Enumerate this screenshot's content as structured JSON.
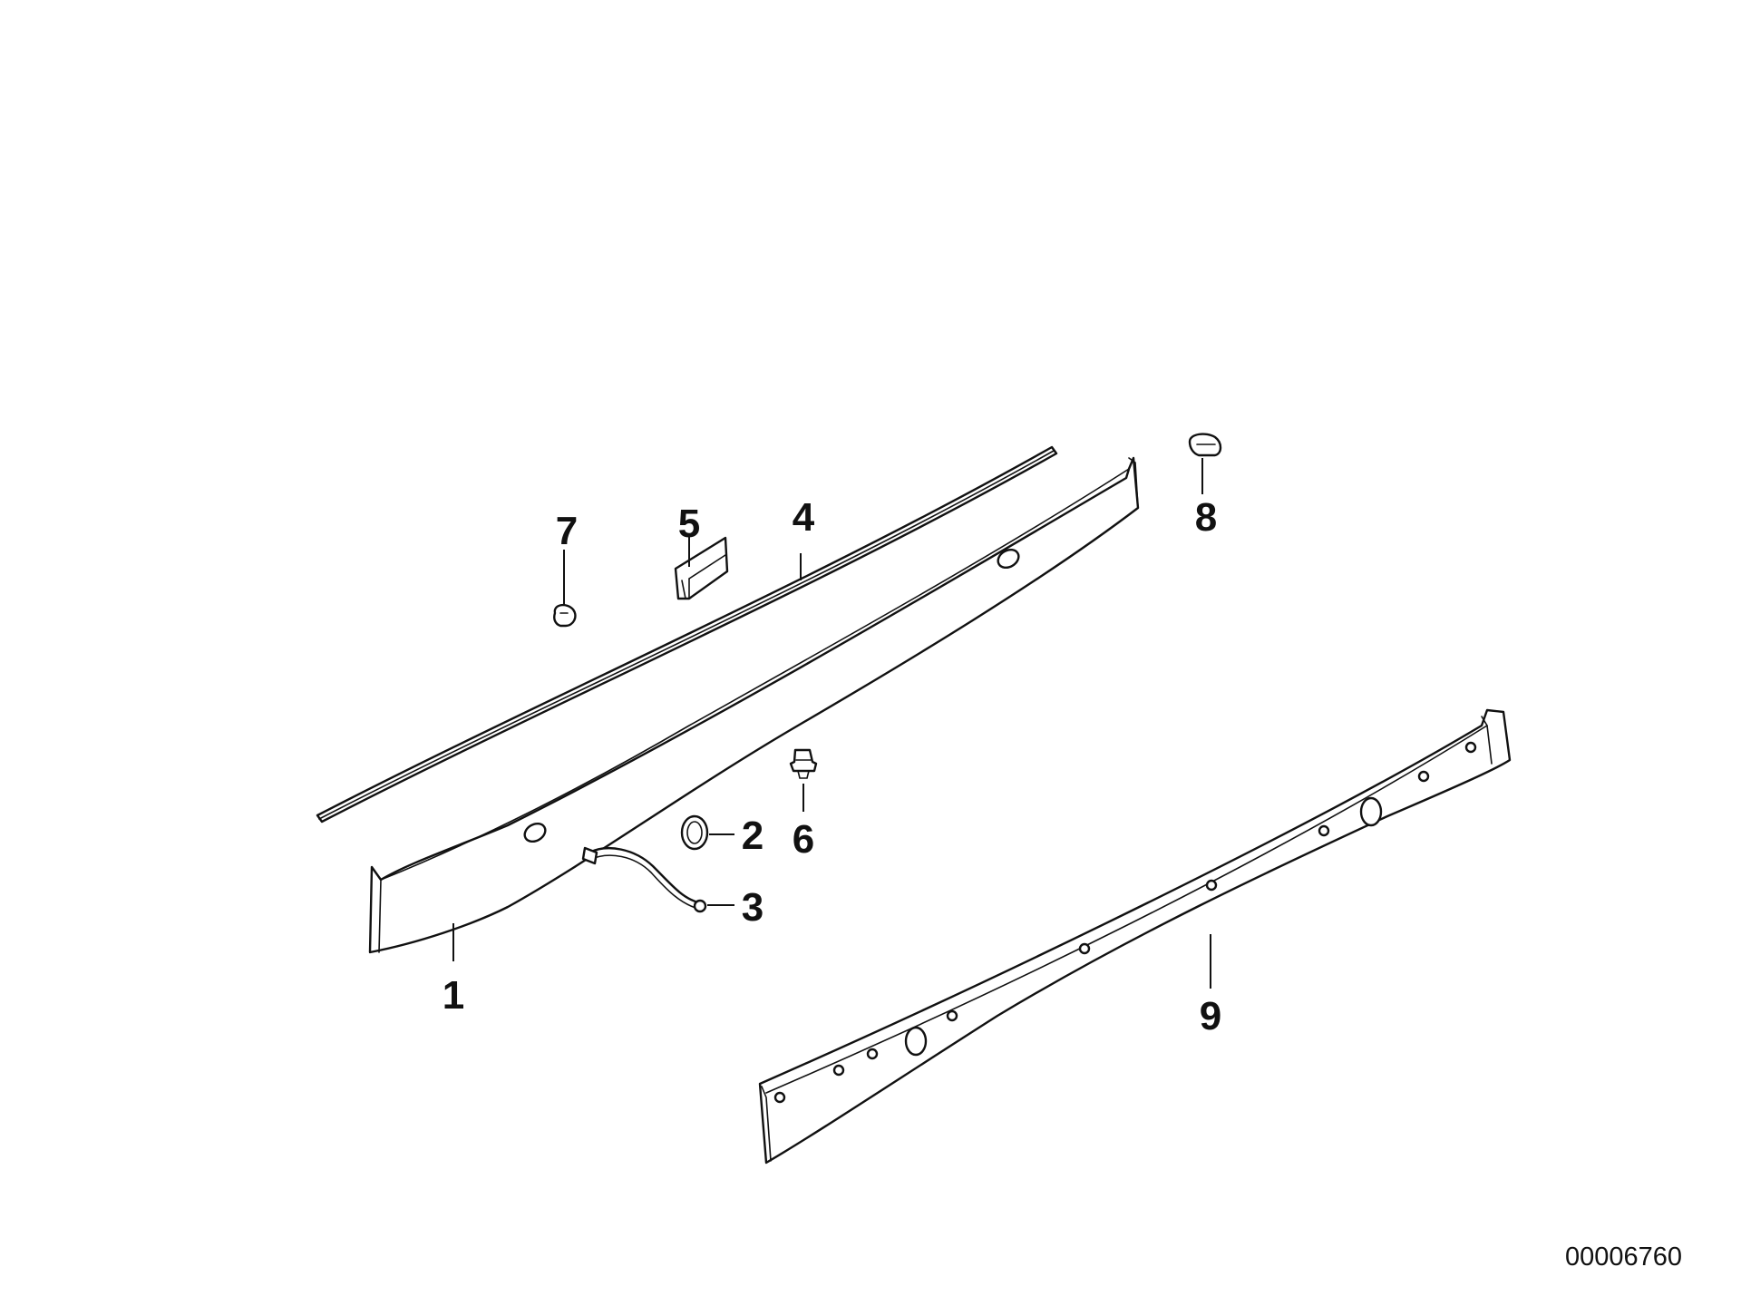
{
  "callouts": {
    "p1": "1",
    "p2": "2",
    "p3": "3",
    "p4": "4",
    "p5": "5",
    "p6": "6",
    "p7": "7",
    "p8": "8",
    "p9": "9"
  },
  "drawing_number": "00006760",
  "colors": {
    "line": "#111111",
    "background": "#ffffff"
  }
}
